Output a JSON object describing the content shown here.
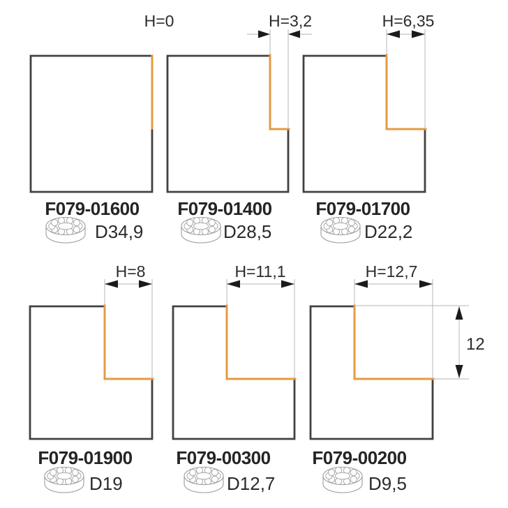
{
  "title": "Router bit bearing / rebate height options diagram",
  "colors": {
    "outline": "#414143",
    "cutting_edge_highlight": "#E49A43",
    "dimension_lines": "#c3c3c3",
    "arrows": "#1b1b1d",
    "text": "#2b2b2d"
  },
  "items": [
    {
      "h": "H=0",
      "part": "F079-01600",
      "d": "D34,9"
    },
    {
      "h": "H=3,2",
      "part": "F079-01400",
      "d": "D28,5"
    },
    {
      "h": "H=6,35",
      "part": "F079-01700",
      "d": "D22,2"
    },
    {
      "h": "H=8",
      "part": "F079-01900",
      "d": "D19"
    },
    {
      "h": "H=11,1",
      "part": "F079-00300",
      "d": "D12,7"
    },
    {
      "h": "H=12,7",
      "part": "F079-00200",
      "d": "D9,5"
    }
  ],
  "depth_dimension": {
    "label": "12"
  }
}
